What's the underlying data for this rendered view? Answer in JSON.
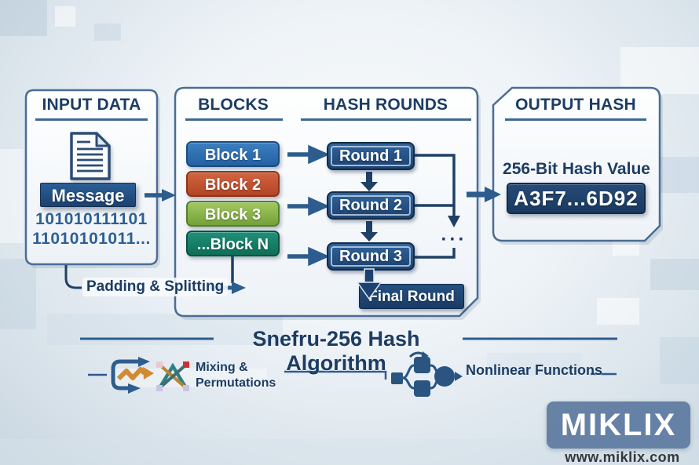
{
  "input_panel": {
    "title": "INPUT DATA",
    "message_label": "Message",
    "binary_lines": [
      "101010111101",
      "11010101011..."
    ]
  },
  "blocks_panel": {
    "title": "BLOCKS",
    "blocks": [
      {
        "label": "Block 1",
        "color": "#2a6cb0"
      },
      {
        "label": "Block 2",
        "color": "#c25231"
      },
      {
        "label": "Block 3",
        "color": "#85b04a"
      },
      {
        "label": "...Block N",
        "color": "#157e66"
      }
    ]
  },
  "rounds_panel": {
    "title": "HASH ROUNDS",
    "rounds": [
      {
        "label": "Round 1"
      },
      {
        "label": "Round 2"
      },
      {
        "label": "Round 3"
      }
    ],
    "ellipsis": "···",
    "final_label": "Final Round"
  },
  "output_panel": {
    "title": "OUTPUT HASH",
    "subtitle": "256-Bit Hash Value",
    "hash_value": "A3F7...6D92"
  },
  "flow_labels": {
    "padding_splitting": "Padding & Splitting"
  },
  "footer": {
    "algorithm_title": "Snefru-256 Hash Algorithm",
    "legend": [
      {
        "icon": "mixing-permutations-icon",
        "label": "Mixing & Permutations"
      },
      {
        "icon": "nonlinear-functions-icon",
        "label": "Nonlinear Functions"
      }
    ]
  },
  "branding": {
    "logo": "MIKLIX",
    "website": "www.miklix.com"
  },
  "colors": {
    "panel_border": "#4a6d96",
    "panel_fill": "#f4f8fb",
    "title_text": "#1c3c63",
    "arrow": "#2d5c8e",
    "round_fill": "#1f4777",
    "navy_box": "#1d4270",
    "binary_text": "#2d5f94",
    "accent_orange": "#d18a33",
    "perm_teal": "#2f7f85",
    "logo_bg": "#5d7a9f"
  }
}
